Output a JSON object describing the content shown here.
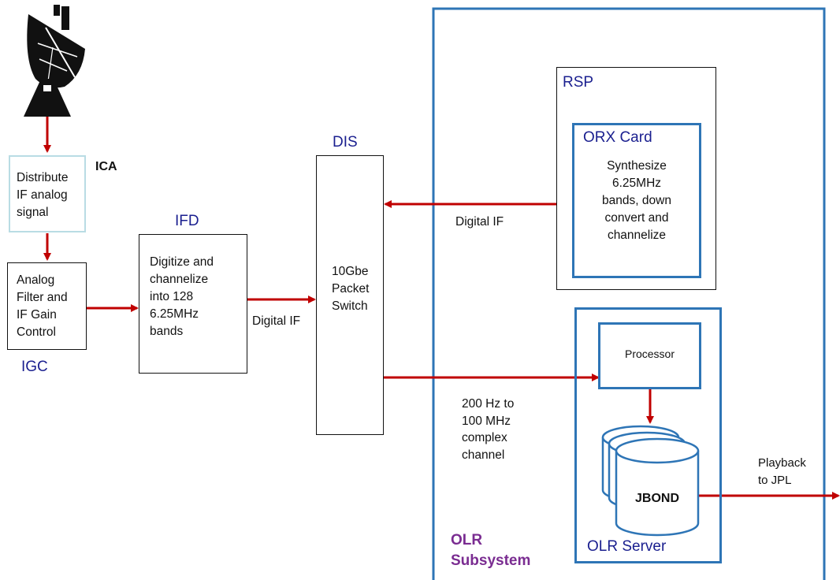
{
  "icons": {
    "antenna": "satellite-dish-icon",
    "storage": "database-cylinder-icon"
  },
  "colors": {
    "arrow": "#c00000",
    "container_border": "#2e75b6",
    "label_blue": "#1a1f8f",
    "label_purple": "#7a2c91"
  },
  "ica": {
    "text": "Distribute\nIF analog\nsignal",
    "label": "ICA"
  },
  "igc": {
    "text": "Analog\nFilter and\nIF Gain\nControl",
    "label": "IGC"
  },
  "ifd": {
    "text": "Digitize and\nchannelize\ninto 128\n6.25MHz\nbands",
    "label": "IFD"
  },
  "dis": {
    "text": "10Gbe\nPacket\nSwitch",
    "label": "DIS"
  },
  "rsp": {
    "label": "RSP",
    "orx_label": "ORX Card",
    "orx_text": "Synthesize\n6.25MHz\nbands, down\nconvert and\nchannelize"
  },
  "olr_server": {
    "processor": "Processor",
    "jbond": "JBOND",
    "label": "OLR Server"
  },
  "olr_subsystem": {
    "label": "OLR\nSubsystem"
  },
  "links": {
    "ifd_to_dis": "Digital IF",
    "dis_to_rsp": "Digital IF",
    "dis_to_processor": "200 Hz to\n100 MHz\ncomplex\nchannel",
    "playback": "Playback\nto JPL"
  }
}
